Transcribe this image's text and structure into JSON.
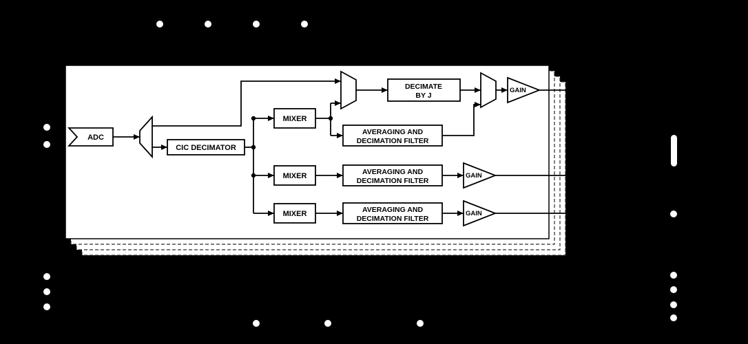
{
  "figure": {
    "colors": {
      "background": "#000000",
      "panel": "#ffffff",
      "stroke": "#000000"
    },
    "blocks": {
      "adc": {
        "label": "ADC"
      },
      "cic": {
        "label": "CIC DECIMATOR"
      },
      "mixer1": {
        "label": "MIXER"
      },
      "mixer2": {
        "label": "MIXER"
      },
      "mixer3": {
        "label": "MIXER"
      },
      "decimate": {
        "line1": "DECIMATE",
        "line2": "BY J"
      },
      "filter1": {
        "line1": "AVERAGING AND",
        "line2": "DECIMATION FILTER"
      },
      "filter2": {
        "line1": "AVERAGING AND",
        "line2": "DECIMATION FILTER"
      },
      "filter3": {
        "line1": "AVERAGING AND",
        "line2": "DECIMATION FILTER"
      },
      "gain1": {
        "label": "GAIN"
      },
      "gain2": {
        "label": "GAIN"
      },
      "gain3": {
        "label": "GAIN"
      }
    }
  }
}
